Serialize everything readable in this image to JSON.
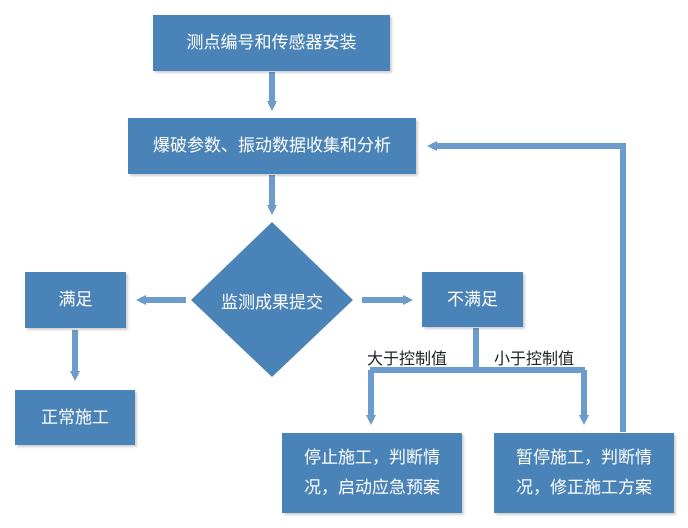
{
  "nodes": {
    "sensor_install": "测点编号和传感器安装",
    "data_analysis": "爆破参数、振动数据收集和分析",
    "submit_results": "监测成果提交",
    "satisfied": "满足",
    "not_satisfied": "不满足",
    "normal_construction": "正常施工",
    "stop_construction": "停止施工，判断情况，启动应急预案",
    "pause_construction": "暂停施工，判断情况，修正施工方案"
  },
  "edge_labels": {
    "greater_than_control": "大于控制值",
    "less_than_control": "小于控制值"
  },
  "colors": {
    "node_fill": "#4a83b7",
    "arrow": "#6c9ccc",
    "node_text": "#ffffff"
  }
}
